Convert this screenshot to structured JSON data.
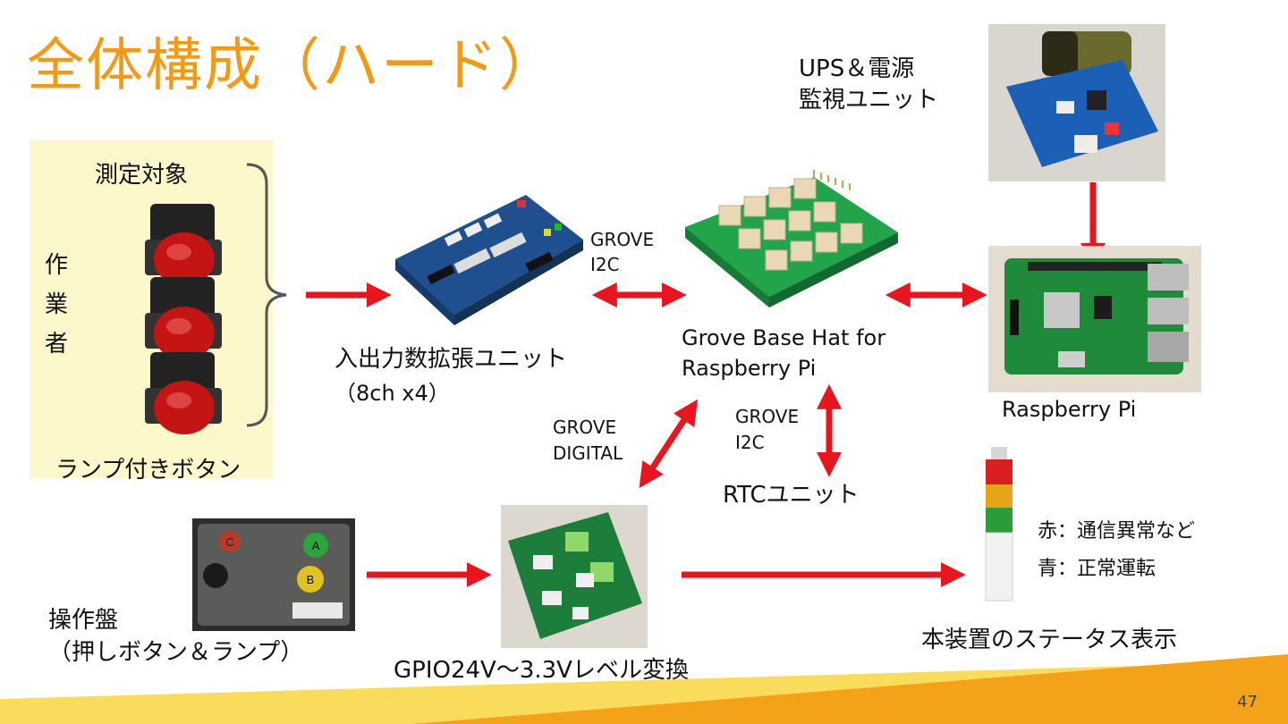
{
  "slide": {
    "title": "全体構成（ハード）",
    "page_number": "47"
  },
  "left_panel": {
    "top_label": "測定対象",
    "side_label_chars": [
      "作",
      "業",
      "者"
    ],
    "bottom_label": "ランプ付きボタン"
  },
  "io_unit": {
    "name": "入出力数拡張ユニット",
    "sub": "（8ch x4）"
  },
  "link_io_hat": {
    "line1": "GROVE",
    "line2": "I2C"
  },
  "grove_hat": {
    "line1": "Grove Base Hat for",
    "line2": "Raspberry Pi"
  },
  "ups": {
    "line1": "UPS＆電源",
    "line2": "監視ユニット"
  },
  "raspberry": {
    "name": "Raspberry Pi"
  },
  "link_digital": {
    "line1": "GROVE",
    "line2": "DIGITAL"
  },
  "link_rtc": {
    "line1": "GROVE",
    "line2": "I2C"
  },
  "rtc": {
    "name": "RTCユニット"
  },
  "operation_panel": {
    "line1": "操作盤",
    "line2": "（押しボタン＆ランプ）"
  },
  "level_converter": {
    "name": "GPIO24V～3.3Vレベル変換"
  },
  "status_light": {
    "legend_red": "赤：通信異常など",
    "legend_blue": "青：正常運転",
    "caption": "本装置のステータス表示"
  },
  "colors": {
    "title": "#f39a12",
    "arrow": "#e8141e",
    "panel_bg": "#fdf7cc",
    "footer_orange": "#f5a21b",
    "footer_yellow": "#f9dc5c"
  }
}
